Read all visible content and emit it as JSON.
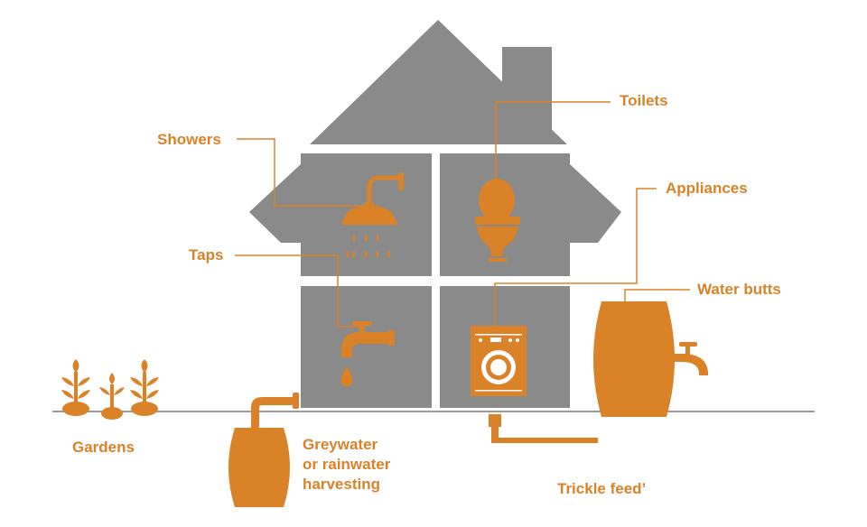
{
  "colors": {
    "house": "#8a8a8b",
    "accent": "#d98228",
    "ground": "#9a9a9a",
    "background": "#ffffff"
  },
  "labels": {
    "showers": "Showers",
    "toilets": "Toilets",
    "appliances": "Appliances",
    "taps": "Taps",
    "water_butts": "Water butts",
    "gardens": "Gardens",
    "greywater_line1": "Greywater",
    "greywater_line2": "or rainwater",
    "greywater_line3": "harvesting",
    "trickle_feed": "Trickle feed’"
  },
  "icons": [
    "house-shape",
    "chimney",
    "shower-icon",
    "toilet-icon",
    "tap-icon",
    "washing-machine-icon",
    "water-butt-icon",
    "plant-icon",
    "rainwater-tank-icon"
  ]
}
